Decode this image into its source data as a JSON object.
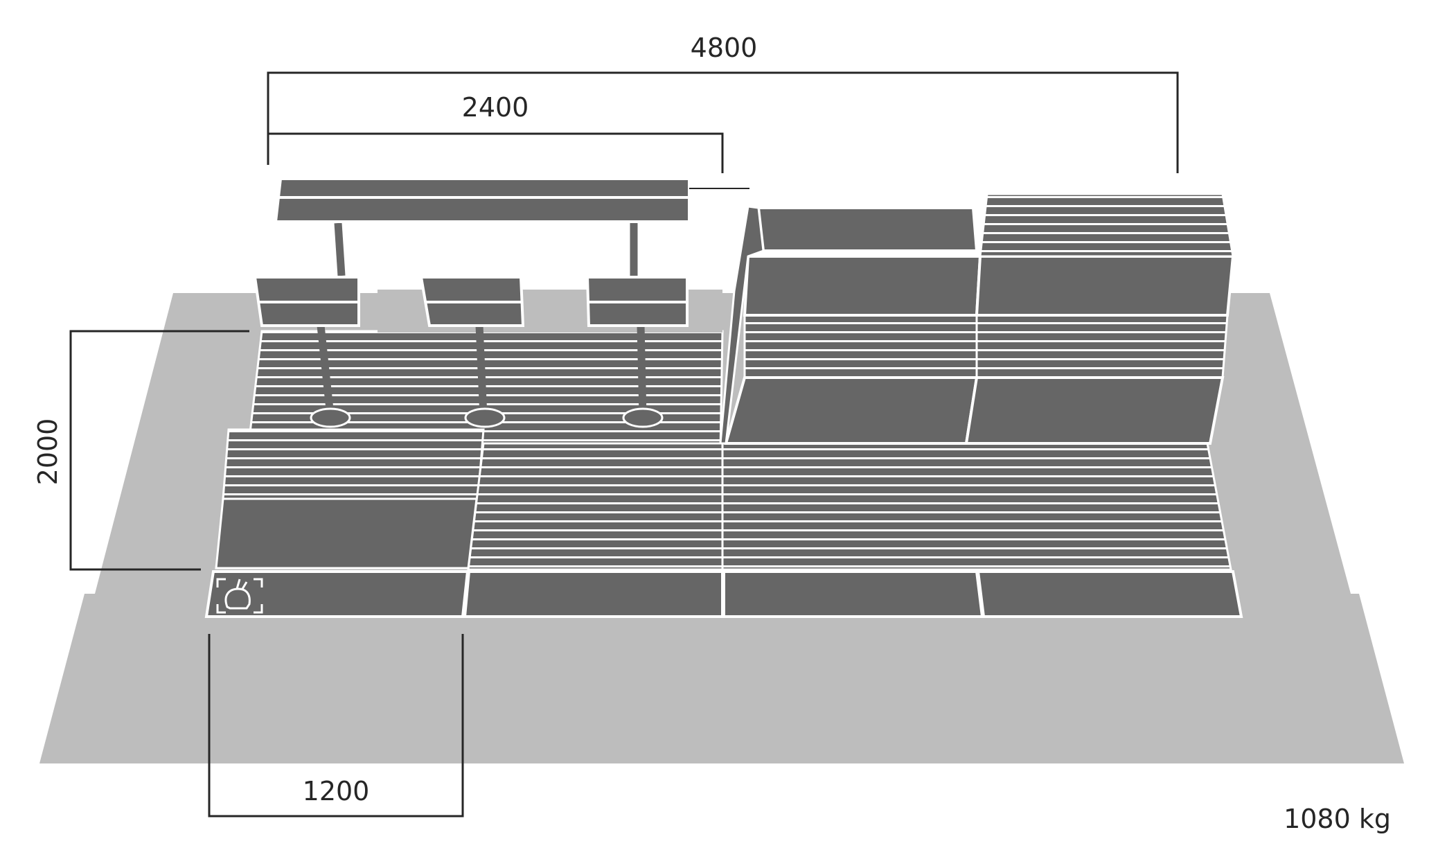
{
  "dimensions": {
    "total_width": "4800",
    "module_width": "2400",
    "height": "2000",
    "unit_width": "1200"
  },
  "weight": "1080 kg",
  "icons": {
    "corner_badge": "hand-grab-icon"
  },
  "colors": {
    "base": "#bdbdbd",
    "module": "#666666",
    "line": "#ffffff",
    "dimension": "#262626"
  }
}
